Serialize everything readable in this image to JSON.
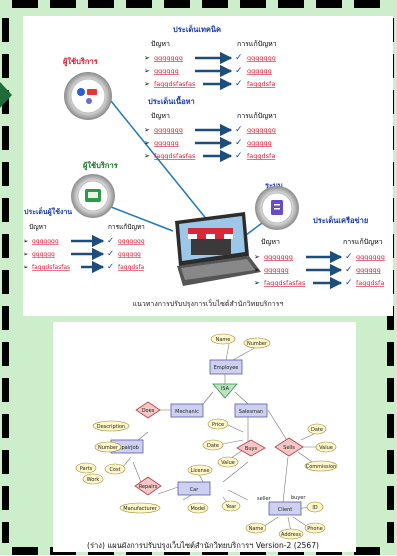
{
  "section_top": {
    "tech": {
      "title": "ประเด็นเทคนิค",
      "problem_header": "ปัญหา",
      "solution_header": "การแก้ปัญหา",
      "problems": [
        "ggggggg",
        "gggggg",
        "faggdsfasfas"
      ],
      "solutions": [
        "ggggggg",
        "gggggg",
        "faggdsfa"
      ]
    },
    "content": {
      "title": "ประเด็นเนื้อหา",
      "problem_header": "ปัญหา",
      "solution_header": "การแก้ปัญหา",
      "problems": [
        "ggggggg",
        "gggggg",
        "faggdsfasfas"
      ],
      "solutions": [
        "ggggggg",
        "gggggg",
        "faggdsfa"
      ]
    },
    "user_top_label": "ผู้ใช้บริการ",
    "user_mid_label": "ผู้ใช้บริการ",
    "user_issue": {
      "title": "ประเด็นผู้ใช้งาน",
      "problem_header": "ปัญหา",
      "solution_header": "การแก้ปัญหา",
      "problems": [
        "ggggggg",
        "gggggg",
        "faggdsfasfas"
      ],
      "solutions": [
        "ggggggg",
        "gggggg",
        "faggdsfa"
      ]
    },
    "system_label": "ระบบ",
    "network": {
      "title": "ประเด็นเครือข่าย",
      "problem_header": "ปัญหา",
      "solution_header": "การแก้ปัญหา",
      "problems": [
        "ggggggg",
        "gggggg",
        "faggdsfasfas"
      ],
      "solutions": [
        "ggggggg",
        "gggggg",
        "faggdsfa"
      ]
    },
    "caption": "แนวทางการปรับปรุงการเว็บไซต์สำนักวิทยบริการฯ"
  },
  "er": {
    "entities": [
      "Employee",
      "Mechanic",
      "Salesman",
      "RepairJob",
      "Car",
      "Client"
    ],
    "relationships": [
      "Does",
      "Buys",
      "Sells",
      "Repairs"
    ],
    "attributes": [
      "Name",
      "Number",
      "Description",
      "Number",
      "Parts",
      "Cost",
      "Work",
      "Price",
      "Date",
      "Value",
      "License",
      "Manufacturer",
      "Model",
      "Year",
      "Date",
      "Value",
      "Commission",
      "ID",
      "Name",
      "Address",
      "Phone"
    ],
    "isa_label": "ISA",
    "role_labels": [
      "seller",
      "buyer"
    ],
    "caption": "(ร่าง) แผนผังการปรับปรุงเว็บไซต์สำนักวิทยบริการฯ Version-2 (2567)"
  },
  "colors": {
    "background": "#cdeeca",
    "heading_blue": "#1a3fa8",
    "problem_red": "#d2233b",
    "connector": "#1f7ab8",
    "arrow": "#1d4d7a"
  }
}
